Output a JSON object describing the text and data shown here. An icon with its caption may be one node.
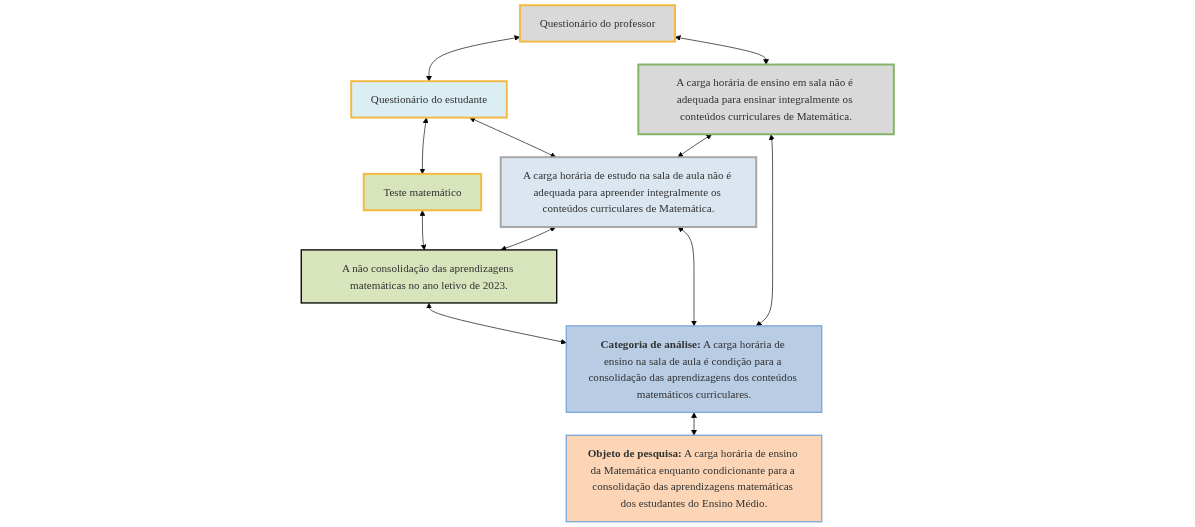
{
  "diagram": {
    "nodes": [
      {
        "text": [
          "Questionário do professor"
        ]
      },
      {
        "text": [
          "Questionário do estudante"
        ]
      },
      {
        "text": [
          "Teste matemático"
        ]
      },
      {
        "text": [
          "A carga horária de ensino em sala não é adequada para ensinar integralmente os conteúdos curriculares de Matemática."
        ]
      },
      {
        "text": [
          "A carga horária de estudo na sala de aula não é adequada para apreender integralmente os conteúdos curriculares de Matemática."
        ]
      },
      {
        "text": [
          "A não consolidação das aprendizagens matemáticas no ano letivo de 2023."
        ]
      },
      {
        "text": [
          "**Categoria de análise:** A carga horária de ensino na sala de aula é condição para a consolidação das aprendizagens dos conteúdos matemáticos curriculares."
        ]
      },
      {
        "text": [
          "**Objeto de pesquisa:** A carga horária de ensino da Matemática enquanto condicionante para a consolidação das aprendizagens matemáticas dos estudantes do Ensino Médio."
        ]
      }
    ],
    "edges": [
      {
        "from": 0,
        "to": 1,
        "arrow": "both"
      },
      {
        "from": 1,
        "to": 2,
        "arrow": "both"
      },
      {
        "from": 0,
        "to": 3,
        "arrow": "both"
      },
      {
        "from": 1,
        "to": 4,
        "arrow": "both"
      },
      {
        "from": 2,
        "to": 5,
        "arrow": "both"
      },
      {
        "from": 3,
        "to": 4,
        "arrow": "both"
      },
      {
        "from": 4,
        "to": 5,
        "arrow": "both"
      },
      {
        "from": 3,
        "to": 6,
        "arrow": "both"
      },
      {
        "from": 4,
        "to": 6,
        "arrow": "both"
      },
      {
        "from": 5,
        "to": 6,
        "arrow": "both"
      },
      {
        "from": 6,
        "to": 7,
        "arrow": "both"
      }
    ]
  }
}
